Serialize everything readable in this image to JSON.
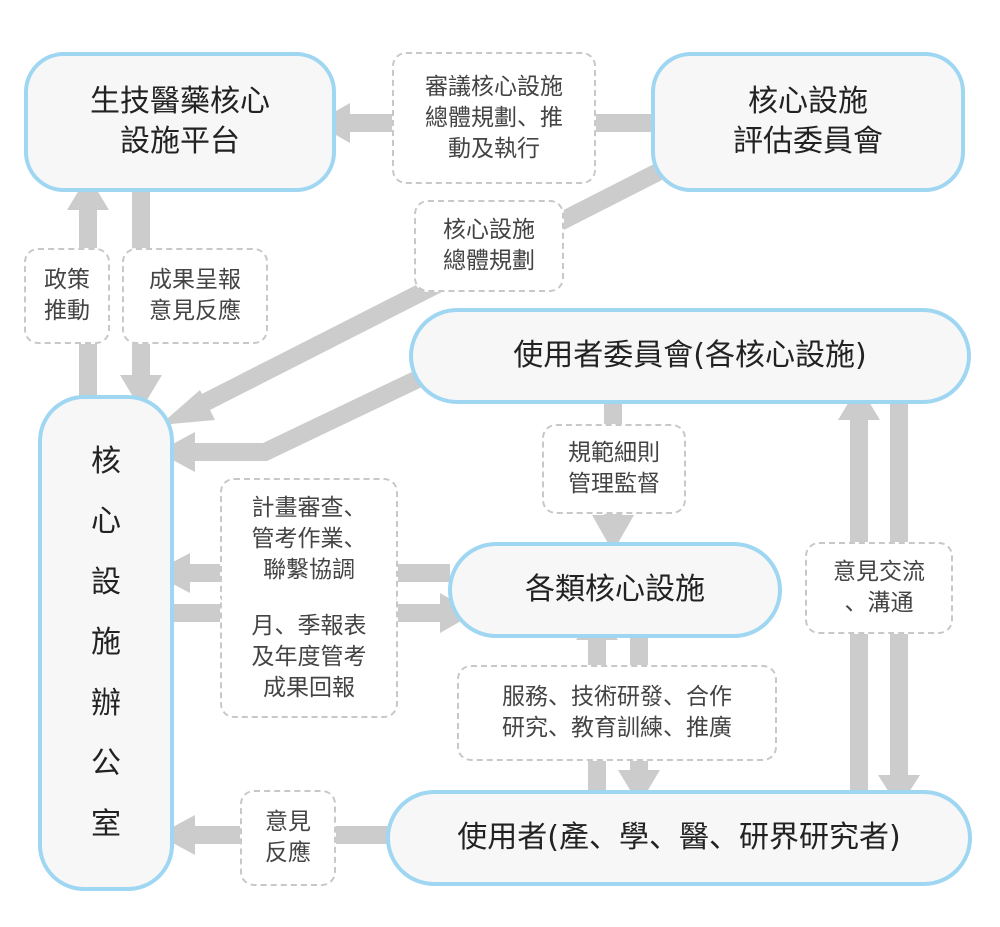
{
  "nodes": {
    "biotech_platform": "生技醫藥核心\n設施平台",
    "evaluation_committee": "核心設施\n評估委員會",
    "user_committee": "使用者委員會(各核心設施)",
    "core_facilities": "各類核心設施",
    "users": "使用者(產、學、醫、研界研究者)",
    "office_chars": [
      "核",
      "心",
      "設",
      "施",
      "辦",
      "公",
      "室"
    ]
  },
  "labels": {
    "review_planning": "審議核心設施\n總體規劃、推\n動及執行",
    "overall_planning": "核心設施\n總體規劃",
    "policy_promotion": "政策\n推動",
    "results_feedback": "成果呈報\n意見反應",
    "regulations_supervision": "規範細則\n管理監督",
    "plan_review": "計畫審查、\n管考作業、\n聯繫協調",
    "reports": "月、季報表\n及年度管考\n成果回報",
    "services": "服務、技術研發、合作\n研究、教育訓練、推廣",
    "exchange": "意見交流\n、溝通",
    "feedback": "意見\n反應"
  },
  "colors": {
    "arrow": "#cccccc",
    "node_border": "#9fd6f2",
    "node_fill": "#f7f7f7",
    "label_border": "#c8c8c8"
  }
}
